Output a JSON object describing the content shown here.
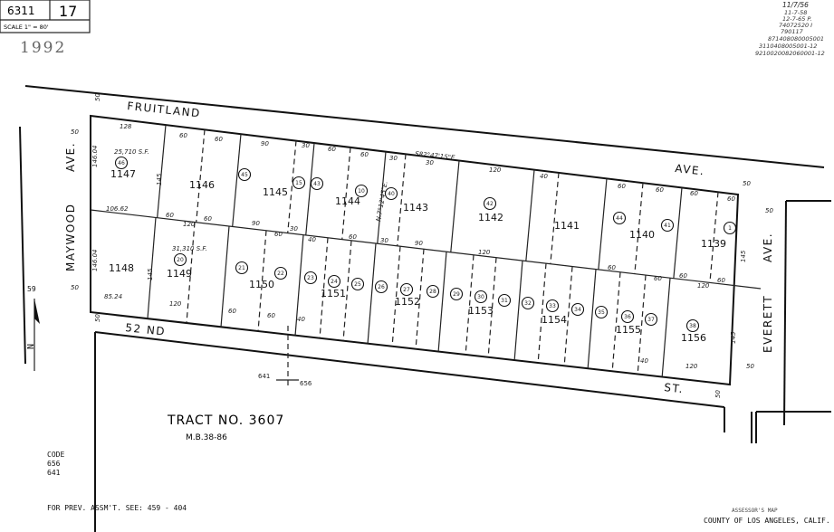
{
  "header": {
    "book": "6311",
    "page": "17",
    "scale": "SCALE 1\" = 80'",
    "year": "1992"
  },
  "notes": [
    "11/7/56",
    "11-7-58",
    "12-7-65 P.",
    "74072520 I",
    "790117",
    "871408080005001",
    "3110408005001-12",
    "9210020082060001-12"
  ],
  "streets": {
    "fruitland": "FRUITLAND",
    "fruitland_ave": "AVE.",
    "maywood": "MAYWOOD",
    "maywood_ave": "AVE.",
    "nd52": "52 ND",
    "st": "ST.",
    "everett": "EVERETT",
    "everett_ave": "AVE."
  },
  "parcels": [
    "1147",
    "1146",
    "1145",
    "1144",
    "1143",
    "1142",
    "1141",
    "1140",
    "1139",
    "1148",
    "1149",
    "1150",
    "1151",
    "1152",
    "1153",
    "1154",
    "1155",
    "1156"
  ],
  "lots": [
    "46",
    "45",
    "15",
    "43",
    "10",
    "40",
    "42",
    "44",
    "41",
    "1",
    "20",
    "21",
    "22",
    "23",
    "24",
    "25",
    "26",
    "27",
    "28",
    "29",
    "30",
    "31",
    "32",
    "33",
    "34",
    "35",
    "36",
    "37",
    "38"
  ],
  "dims": [
    "128",
    "60",
    "60",
    "90",
    "30",
    "60",
    "60",
    "30",
    "30",
    "120",
    "40",
    "60",
    "60",
    "60",
    "60",
    "50",
    "106.62",
    "60",
    "120",
    "60",
    "90",
    "30",
    "60",
    "40",
    "60",
    "30",
    "90",
    "120",
    "60",
    "60",
    "60",
    "120",
    "60",
    "50",
    "85.24",
    "120",
    "60",
    "60",
    "40",
    "40",
    "120",
    "50",
    "145",
    "145",
    "145",
    "145",
    "146.04",
    "146.04",
    "50",
    "50",
    "50",
    "50",
    "50"
  ],
  "bearings": [
    "S82°47'15\"E",
    "N.7°12'45\"E."
  ],
  "areas": [
    "25,710 S.F.",
    "31,310 S.F."
  ],
  "tract": {
    "title": "TRACT NO. 3607",
    "mb": "M.B.38-86"
  },
  "code": {
    "label": "CODE",
    "values": [
      "656",
      "641"
    ]
  },
  "code_line": {
    "left": "641",
    "right": "656"
  },
  "north": {
    "label": "59",
    "arrow": "N"
  },
  "footer": {
    "prev": "FOR PREV. ASSM'T. SEE: 459 - 404",
    "map": "ASSESSOR'S MAP",
    "county": "COUNTY OF LOS ANGELES, CALIF."
  }
}
